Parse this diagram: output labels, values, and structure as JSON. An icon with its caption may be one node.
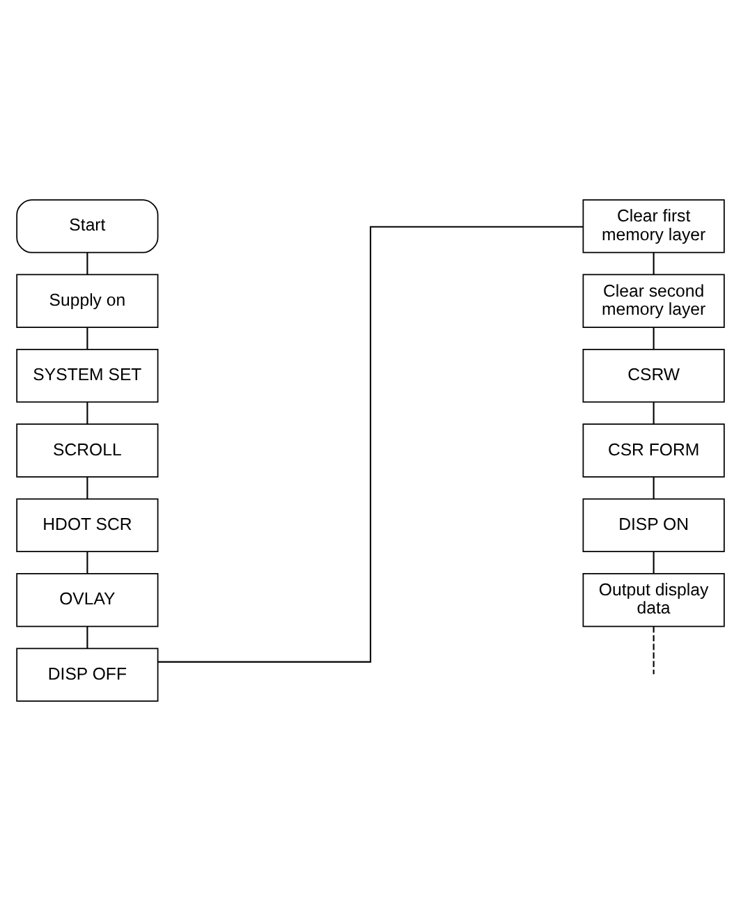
{
  "diagram": {
    "nodes": [
      {
        "text": [
          "Start"
        ]
      },
      {
        "text": [
          "Supply on"
        ]
      },
      {
        "text": [
          "SYSTEM SET"
        ]
      },
      {
        "text": [
          "SCROLL"
        ]
      },
      {
        "text": [
          "HDOT SCR"
        ]
      },
      {
        "text": [
          "OVLAY"
        ]
      },
      {
        "text": [
          "DISP OFF"
        ]
      },
      {
        "text": [
          "Clear first memory layer"
        ]
      },
      {
        "text": [
          "Clear second memory layer"
        ]
      },
      {
        "text": [
          "CSRW"
        ]
      },
      {
        "text": [
          "CSR FORM"
        ]
      },
      {
        "text": [
          "DISP ON"
        ]
      },
      {
        "text": [
          "Output display data"
        ]
      }
    ],
    "edges": [
      {
        "from": 0,
        "to": 1,
        "arrow": "none"
      },
      {
        "from": 1,
        "to": 2,
        "arrow": "none"
      },
      {
        "from": 2,
        "to": 3,
        "arrow": "none"
      },
      {
        "from": 3,
        "to": 4,
        "arrow": "none"
      },
      {
        "from": 4,
        "to": 5,
        "arrow": "none"
      },
      {
        "from": 5,
        "to": 6,
        "arrow": "none"
      },
      {
        "from": 6,
        "to": 7,
        "arrow": "none"
      },
      {
        "from": 7,
        "to": 8,
        "arrow": "none"
      },
      {
        "from": 8,
        "to": 9,
        "arrow": "none"
      },
      {
        "from": 9,
        "to": 10,
        "arrow": "none"
      },
      {
        "from": 10,
        "to": 11,
        "arrow": "none"
      },
      {
        "from": 11,
        "to": 12,
        "arrow": "none"
      },
      {
        "from": 12,
        "to": null,
        "arrow": "none",
        "style": "dashed"
      }
    ]
  }
}
